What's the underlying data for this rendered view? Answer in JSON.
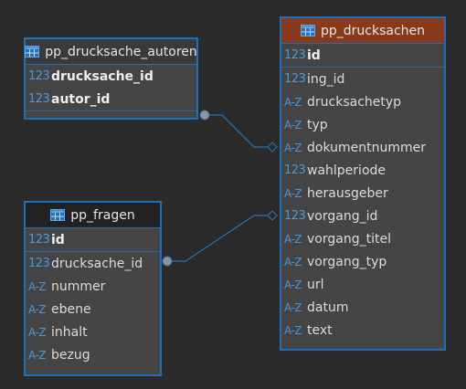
{
  "tables": [
    {
      "id": "autoren",
      "title": "pp_drucksache_autoren",
      "header_bg": "#3a3a3a",
      "key_rows": [
        {
          "type": "123",
          "name": "drucksache_id"
        },
        {
          "type": "123",
          "name": "autor_id"
        }
      ],
      "rows": []
    },
    {
      "id": "drucksachen",
      "title": "pp_drucksachen",
      "header_bg": "#8a3a1c",
      "key_rows": [
        {
          "type": "123",
          "name": "id"
        }
      ],
      "rows": [
        {
          "type": "123",
          "name": "ing_id"
        },
        {
          "type": "A-Z",
          "name": "drucksachetyp"
        },
        {
          "type": "A-Z",
          "name": "typ"
        },
        {
          "type": "A-Z",
          "name": "dokumentnummer"
        },
        {
          "type": "123",
          "name": "wahlperiode"
        },
        {
          "type": "A-Z",
          "name": "herausgeber"
        },
        {
          "type": "123",
          "name": "vorgang_id"
        },
        {
          "type": "A-Z",
          "name": "vorgang_titel"
        },
        {
          "type": "A-Z",
          "name": "vorgang_typ"
        },
        {
          "type": "A-Z",
          "name": "url"
        },
        {
          "type": "A-Z",
          "name": "datum"
        },
        {
          "type": "A-Z",
          "name": "text"
        }
      ]
    },
    {
      "id": "fragen",
      "title": "pp_fragen",
      "header_bg": "#222222",
      "key_rows": [
        {
          "type": "123",
          "name": "id"
        }
      ],
      "rows": [
        {
          "type": "123",
          "name": "drucksache_id"
        },
        {
          "type": "A-Z",
          "name": "nummer"
        },
        {
          "type": "A-Z",
          "name": "ebene"
        },
        {
          "type": "A-Z",
          "name": "inhalt"
        },
        {
          "type": "A-Z",
          "name": "bezug"
        }
      ]
    }
  ],
  "colors": {
    "border": "#1f6fb8",
    "link": "#2a6fae",
    "type_icon": "#4a97d8",
    "background": "#2b2b2b"
  },
  "icons": {
    "table": "table-grid-icon",
    "numeric": "numeric-type-icon",
    "text": "text-type-icon"
  }
}
